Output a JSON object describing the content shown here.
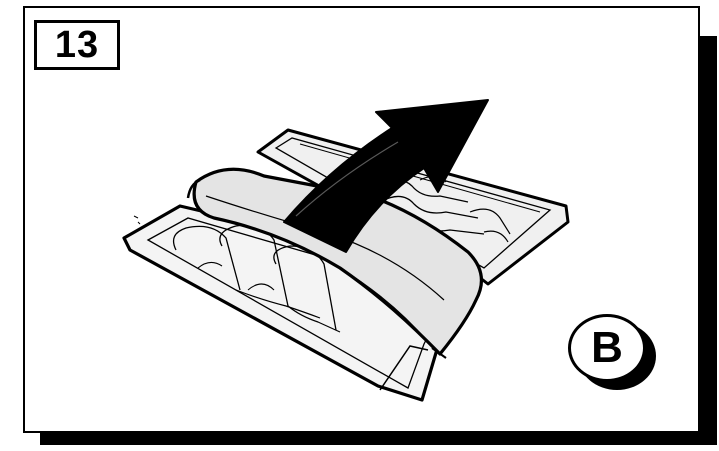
{
  "step": {
    "number": "13"
  },
  "variant_badge": {
    "letter": "B"
  },
  "colors": {
    "ink": "#000000",
    "paper": "#ffffff",
    "strap_fill": "#e4e4e4",
    "pad_fill": "#efefef"
  },
  "illustration": {
    "subject": "folded-pad-with-wrap-strap",
    "arrow_icon": "curved-arrow-up-right-icon"
  }
}
